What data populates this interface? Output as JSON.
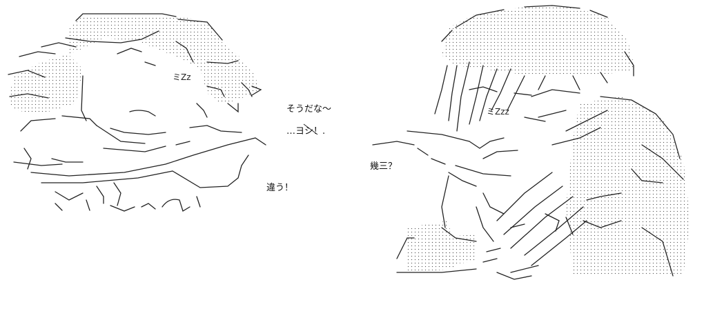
{
  "scene": {
    "background": "#ffffff",
    "ink": "#222222",
    "dialogue": [
      {
        "id": "d1",
        "text": "そうだな〜"
      },
      {
        "id": "d2",
        "text": "…ヨシ！."
      },
      {
        "id": "d3",
        "text": "幾三？"
      },
      {
        "id": "d4",
        "text": "違う！"
      }
    ],
    "sleep_marks": [
      "ミZz",
      "ミZzz"
    ]
  }
}
